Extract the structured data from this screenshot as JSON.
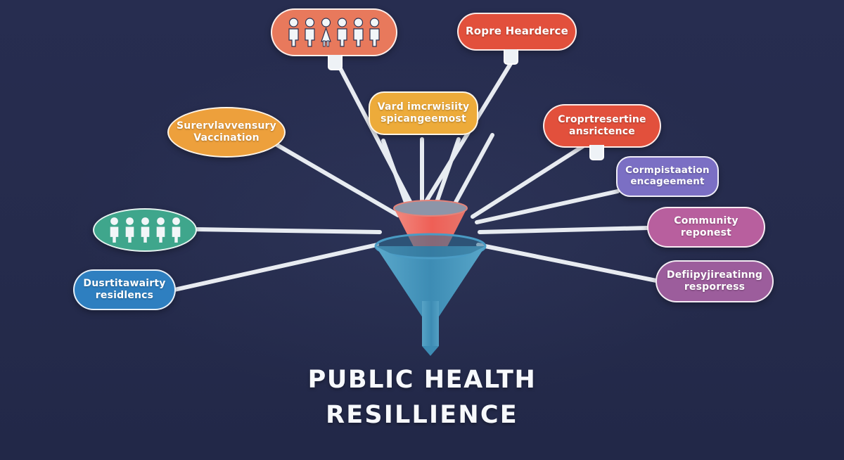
{
  "diagram": {
    "title_line1": "PUBLIC HEALTH",
    "title_line2": "RESILLIENCE",
    "background_color": "#262c4e",
    "connector_color": "#eef2f7",
    "center": {
      "name": "funnel-hub",
      "body_color": "#4a9bc4",
      "cone_color": "#ef6a63",
      "rim_color": "#8d95a8"
    }
  },
  "nodes": [
    {
      "id": "people-orange",
      "name": "people-group-orange",
      "label": "",
      "kind": "people",
      "people_count": 6,
      "female_index": 2,
      "color": "#e8795c",
      "shape": "pill"
    },
    {
      "id": "ropre-hearderce",
      "name": "node-ropre-hearderce",
      "label": "Ropre Hearderce",
      "kind": "text",
      "color": "#e2503c",
      "shape": "pill"
    },
    {
      "id": "surervlavvensury",
      "name": "node-surervlavvensury-vaccination",
      "label": "Surervlavvensury\nVaccination",
      "kind": "text",
      "color": "#eda03c",
      "shape": "ellipse"
    },
    {
      "id": "vard-imcrwisiity",
      "name": "node-vard-imcrwisiity-spicangeemost",
      "label": "Vard imcrwisiity\nspicangeemost",
      "kind": "text",
      "color": "#edab3a",
      "shape": "rrect"
    },
    {
      "id": "croprtresertine",
      "name": "node-croprtresertine-ansrictence",
      "label": "Croprtresertine\nansrictence",
      "kind": "text",
      "color": "#e2503c",
      "shape": "pill"
    },
    {
      "id": "cormpistaation",
      "name": "node-cormpistaation-encageement",
      "label": "Cormpistaation\nencageement",
      "kind": "text",
      "color": "#7b6fc4",
      "shape": "rrect"
    },
    {
      "id": "community-reponest",
      "name": "node-community-reponest",
      "label": "Community\nreponest",
      "kind": "text",
      "color": "#b85f9e",
      "shape": "pill"
    },
    {
      "id": "defiipyjireatinng",
      "name": "node-defiipyjireatinng-resporress",
      "label": "Defiipyjireatinng\nresporress",
      "kind": "text",
      "color": "#9c5d9c",
      "shape": "pill"
    },
    {
      "id": "people-green",
      "name": "people-group-green",
      "label": "",
      "kind": "people",
      "people_count": 5,
      "female_index": -1,
      "color": "#3fa68c",
      "shape": "ellipse"
    },
    {
      "id": "dusrtitawairty",
      "name": "node-dusrtitawairty-residlencs",
      "label": "Dusrtitawairty\nresidlencs",
      "kind": "text",
      "color": "#2e7fc0",
      "shape": "pill"
    }
  ]
}
